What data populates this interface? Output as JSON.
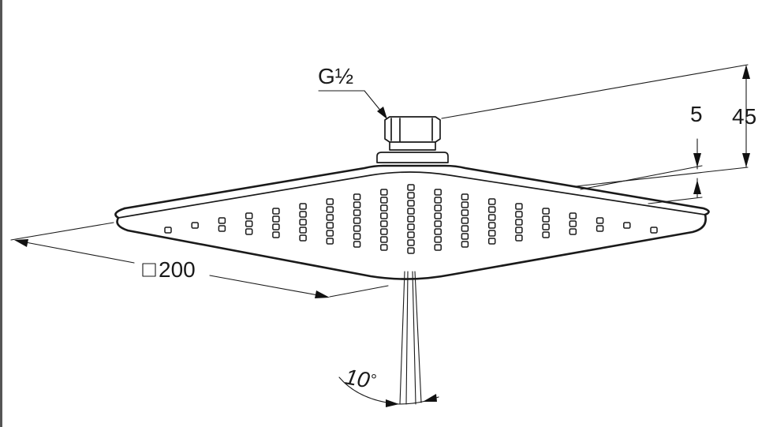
{
  "diagram": {
    "labels": {
      "thread": "G½",
      "height_total": "45",
      "plate_thickness": "5",
      "width_symbol": "□",
      "width": "200",
      "spray_angle": "10",
      "degree_symbol": "°"
    }
  }
}
